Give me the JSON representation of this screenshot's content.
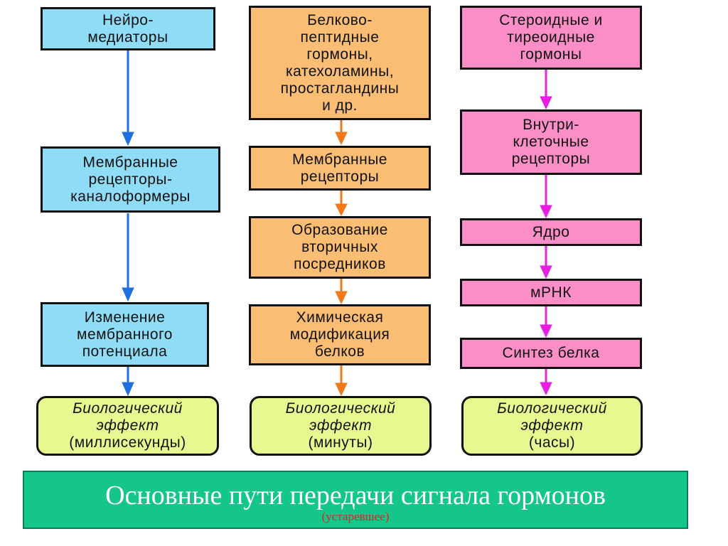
{
  "colors": {
    "blue_box": "#8fdcf6",
    "blue_arrow": "#1e6fe0",
    "orange_box": "#f9bd73",
    "orange_arrow": "#f07a1a",
    "pink_box": "#fb8ec7",
    "pink_arrow": "#e81fe0",
    "effect_box": "#e5f990",
    "title_bar": "#15c68b",
    "subtitle_text": "#e0202a"
  },
  "columns": [
    {
      "boxes": [
        "Нейро-\nмедиаторы",
        "Мембранные\nрецепторы-\nканалоформеры",
        "Изменение\nмембранного\nпотенциала"
      ],
      "effect": {
        "line1": "Биологический",
        "line2": "эффект",
        "line3": "(миллисекунды)"
      }
    },
    {
      "boxes": [
        "Белково-\nпептидные\nгормоны,\nкатехоламины,\nпростагландины\nи др.",
        "Мембранные\nрецепторы",
        "Образование\nвторичных\nпосредников",
        "Химическая\nмодификация\nбелков"
      ],
      "effect": {
        "line1": "Биологический",
        "line2": "эффект",
        "line3": "(минуты)"
      }
    },
    {
      "boxes": [
        "Стероидные и\nтиреоидные\nгормоны",
        "Внутри-\nклеточные\nрецепторы",
        "Ядро",
        "мРНК",
        "Синтез белка"
      ],
      "effect": {
        "line1": "Биологический",
        "line2": "эффект",
        "line3": "(часы)"
      }
    }
  ],
  "caption": {
    "title": "Основные  пути передачи сигнала гормонов",
    "subtitle": "(устаревшее)"
  }
}
